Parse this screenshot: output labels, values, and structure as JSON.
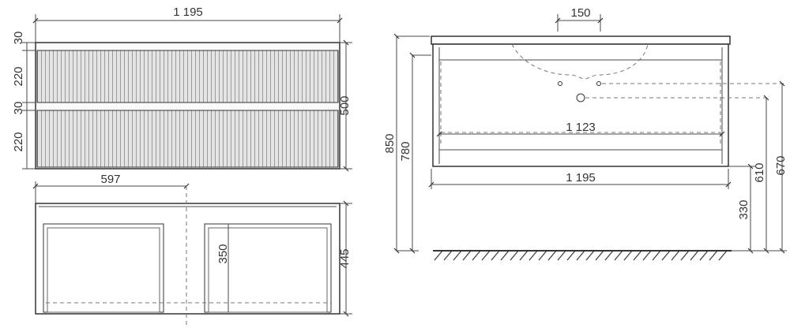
{
  "dimensions": {
    "front_width": "1 195",
    "front_h_gap_top": "30",
    "front_h_drawer_top": "220",
    "front_h_gap_mid": "30",
    "front_h_drawer_bottom": "220",
    "front_total_height": "500",
    "plan_half_width": "597",
    "plan_drawer_depth": "350",
    "plan_total_depth": "445",
    "back_offset_top": "150",
    "back_inner_width": "1 123",
    "back_outer_width": "1 195",
    "total_height_850": "850",
    "height_780": "780",
    "height_330": "330",
    "height_610": "610",
    "height_670": "670"
  },
  "colors": {
    "line": "#4a4a4a",
    "fill_drawer": "#d9d9d9"
  }
}
